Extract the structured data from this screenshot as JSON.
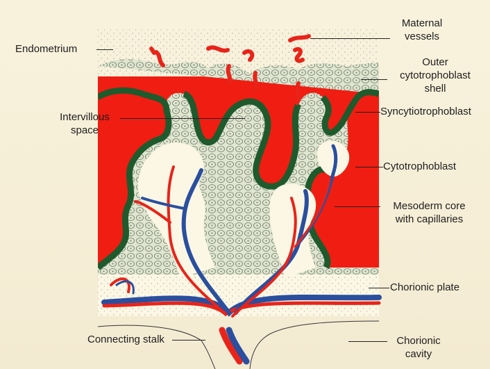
{
  "labels": {
    "endometrium": "Endometrium",
    "maternal_vessels": [
      "Maternal",
      "vessels"
    ],
    "outer_shell": [
      "Outer",
      "cytotrophoblast",
      "shell"
    ],
    "intervillous": [
      "Intervillous",
      "space"
    ],
    "syncytio": "Syncytiotrophoblast",
    "cytotrophoblast": "Cytotrophoblast",
    "mesoderm": [
      "Mesoderm core",
      "with capillaries"
    ],
    "chorionic_plate": "Chorionic plate",
    "connecting_stalk": "Connecting stalk",
    "chorionic_cavity": [
      "Chorionic",
      "cavity"
    ]
  },
  "colors": {
    "maternal_blood": "#f01d12",
    "syncytio": "#1e5a2c",
    "cytotrophoblast": "#dde3cf",
    "mesoderm": "#fbf7e4",
    "artery": "#e8241a",
    "vein": "#2a4f9e",
    "background": "#f7f0da"
  }
}
